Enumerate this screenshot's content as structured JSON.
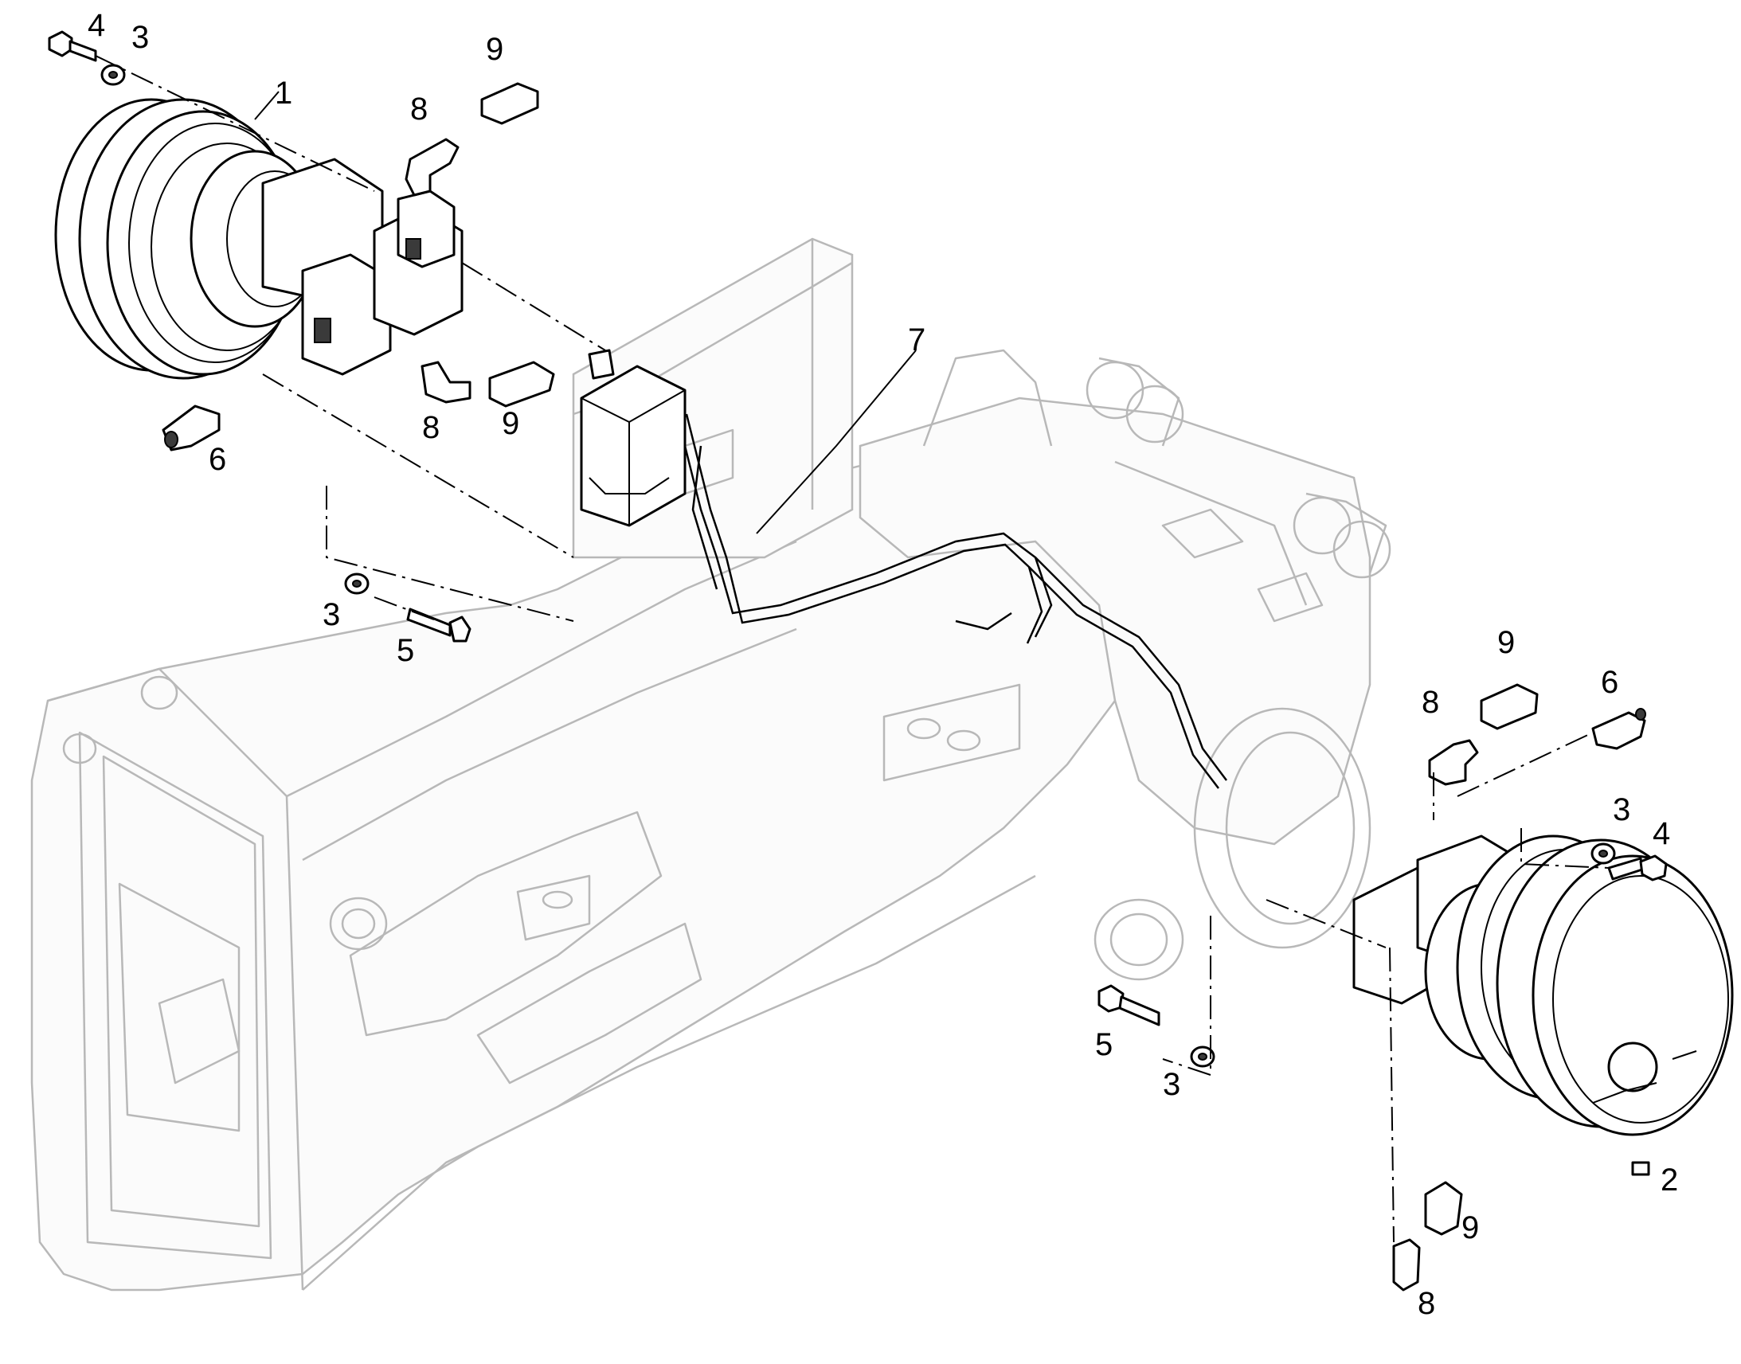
{
  "callouts": [
    {
      "id": "c1",
      "text": "1"
    },
    {
      "id": "c2",
      "text": "2"
    },
    {
      "id": "c3a",
      "text": "3"
    },
    {
      "id": "c3b",
      "text": "3"
    },
    {
      "id": "c3c",
      "text": "3"
    },
    {
      "id": "c3d",
      "text": "3"
    },
    {
      "id": "c4a",
      "text": "4"
    },
    {
      "id": "c4b",
      "text": "4"
    },
    {
      "id": "c5a",
      "text": "5"
    },
    {
      "id": "c5b",
      "text": "5"
    },
    {
      "id": "c6a",
      "text": "6"
    },
    {
      "id": "c6b",
      "text": "6"
    },
    {
      "id": "c7",
      "text": "7"
    },
    {
      "id": "c8a",
      "text": "8"
    },
    {
      "id": "c8b",
      "text": "8"
    },
    {
      "id": "c8c",
      "text": "8"
    },
    {
      "id": "c8d",
      "text": "8"
    },
    {
      "id": "c9a",
      "text": "9"
    },
    {
      "id": "c9b",
      "text": "9"
    },
    {
      "id": "c9c",
      "text": "9"
    },
    {
      "id": "c9d",
      "text": "9"
    }
  ],
  "colors": {
    "line": "#000000",
    "frame": "#b8b8b8",
    "background": "#ffffff"
  }
}
